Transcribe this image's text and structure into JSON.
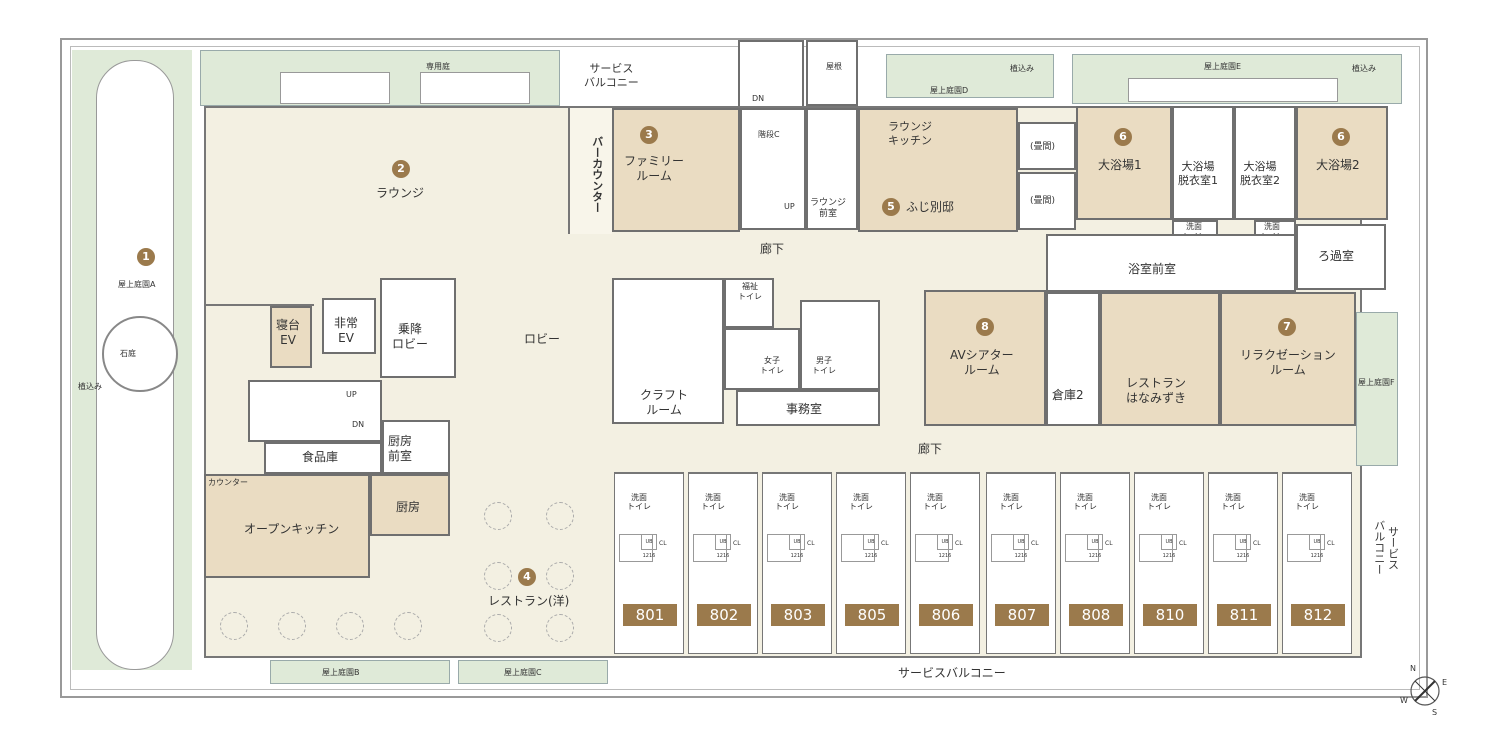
{
  "rooms": {
    "lounge": {
      "num": "2",
      "label": "ラウンジ"
    },
    "family": {
      "num": "3",
      "label": "ファミリー\nルーム"
    },
    "bar": {
      "label": "バーカウンター"
    },
    "lounge_kitchen": {
      "label": "ラウンジ\nキッチン"
    },
    "fuji": {
      "num": "5",
      "label": "ふじ別邸"
    },
    "lounge_front": {
      "label": "ラウンジ\n前室"
    },
    "tatami1": {
      "label": "(畳間)"
    },
    "tatami2": {
      "label": "(畳間)"
    },
    "bath1": {
      "num": "6",
      "label": "大浴場1"
    },
    "bath2": {
      "num": "6",
      "label": "大浴場2"
    },
    "dress1": {
      "label": "大浴場\n脱衣室1"
    },
    "dress2": {
      "label": "大浴場\n脱衣室2"
    },
    "wash_toilet_a": {
      "label": "洗面\nトイレ"
    },
    "wash_toilet_b": {
      "label": "洗面\nトイレ"
    },
    "bath_front": {
      "label": "浴室前室"
    },
    "filter": {
      "label": "ろ過室"
    },
    "av": {
      "num": "8",
      "label": "AVシアター\nルーム"
    },
    "storage2": {
      "label": "倉庫2"
    },
    "hanamizuki": {
      "label": "レストラン\nはなみずき"
    },
    "relax": {
      "num": "7",
      "label": "リラクゼーション\nルーム"
    },
    "lobby": {
      "label": "ロビー"
    },
    "stretcher_ev": {
      "label": "寝台\nEV"
    },
    "emergency_ev": {
      "label": "非常\nEV"
    },
    "boarding_lobby": {
      "label": "乗降\nロビー"
    },
    "food_storage": {
      "label": "食品庫"
    },
    "kitchen_front": {
      "label": "厨房\n前室"
    },
    "kitchen": {
      "label": "厨房"
    },
    "open_kitchen": {
      "label": "オープンキッチン"
    },
    "counter": {
      "label": "カウンター"
    },
    "restaurant": {
      "num": "4",
      "label": "レストラン(洋)"
    },
    "craft": {
      "label": "クラフト\nルーム"
    },
    "office": {
      "label": "事務室"
    },
    "welfare_toilet": {
      "label": "福祉\nトイレ"
    },
    "women_toilet": {
      "label": "女子\nトイレ"
    },
    "men_toilet": {
      "label": "男子\nトイレ"
    }
  },
  "areas": {
    "private_garden": "専用庭",
    "service_balcony_top": "サービス\nバルコニー",
    "service_balcony_right": "サービス\nバルコニー",
    "service_balcony_bottom": "サービスバルコニー",
    "roof_garden_a": {
      "num": "1",
      "label": "屋上庭園A"
    },
    "roof_garden_b": "屋上庭園B",
    "roof_garden_c": "屋上庭園C",
    "roof_garden_d": "屋上庭園D",
    "roof_garden_e": "屋上庭園E",
    "roof_garden_f": "屋上庭園F",
    "stone_garden": "石庭",
    "planting_left": "植込み",
    "planting_d": "植込み",
    "planting_e": "植込み",
    "corridor_top": "廊下",
    "corridor_mid": "廊下",
    "stair_c": "階段C",
    "roof": "屋根",
    "dn1": "DN",
    "dn2": "DN",
    "up1": "UP",
    "up2": "UP"
  },
  "unit_common": {
    "wash": "洗面",
    "toilet": "トイレ",
    "ub": "UB\n1216",
    "cl": "CL"
  },
  "units": [
    {
      "number": "801"
    },
    {
      "number": "802"
    },
    {
      "number": "803"
    },
    {
      "number": "805"
    },
    {
      "number": "806"
    },
    {
      "number": "807"
    },
    {
      "number": "808"
    },
    {
      "number": "810"
    },
    {
      "number": "811"
    },
    {
      "number": "812"
    }
  ],
  "compass": {
    "n": "N",
    "e": "E",
    "s": "S",
    "w": "W"
  },
  "colors": {
    "room_tan": "#eadcc2",
    "floor": "#f3f0e2",
    "garden": "#dfead8",
    "badge": "#9b7a4c",
    "wall": "#6f6f6f"
  }
}
